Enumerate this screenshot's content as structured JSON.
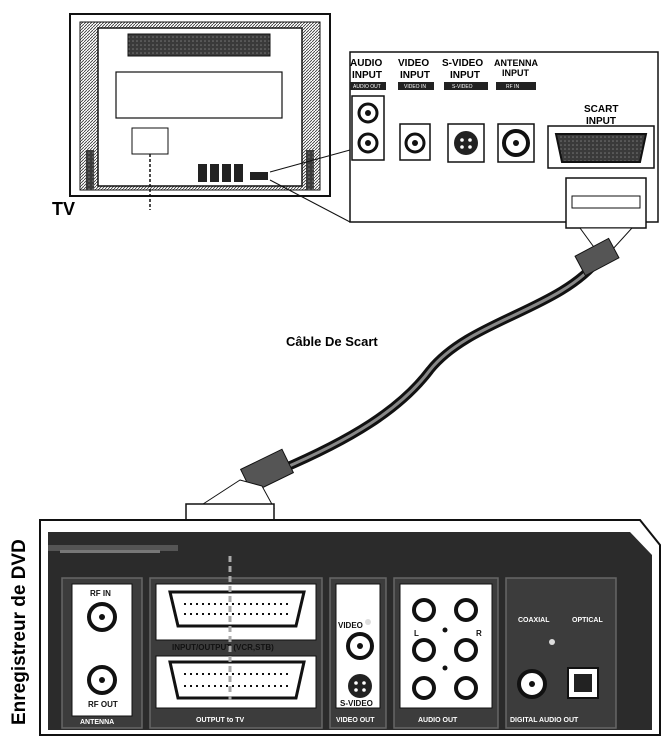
{
  "tv": {
    "label": "TV",
    "jacks": {
      "audio_input": [
        "AUDIO",
        "INPUT"
      ],
      "audio_tag": "AUDIO OUT",
      "video_input": [
        "VIDEO",
        "INPUT"
      ],
      "video_tag": "VIDEO IN",
      "svideo_input": [
        "S-VIDEO",
        "INPUT"
      ],
      "svideo_tag": "S-VIDEO",
      "antenna_input": [
        "ANTENNA",
        "INPUT"
      ],
      "antenna_tag": "RF IN",
      "scart_input": [
        "SCART",
        "INPUT"
      ]
    }
  },
  "cable": {
    "label": "Câble De Scart"
  },
  "recorder": {
    "label": "Enregistreur de DVD",
    "panels": {
      "antenna_in": "RF IN",
      "antenna_out": "RF OUT",
      "antenna": "ANTENNA",
      "scart_input": "INPUT/OUTPUT (VCR,STB)",
      "scart_output": "OUTPUT to TV",
      "video": "VIDEO",
      "svideo": "S-VIDEO",
      "video_out": "VIDEO OUT",
      "audio_left": "L",
      "audio_right": "R",
      "audio_out": "AUDIO OUT",
      "coaxial": "COAXIAL",
      "optical": "OPTICAL",
      "digital_audio_out": "DIGITAL AUDIO OUT"
    }
  },
  "colors": {
    "ink": "#1a1a1a",
    "panel": "#2b2b2b",
    "paper": "#ffffff"
  }
}
